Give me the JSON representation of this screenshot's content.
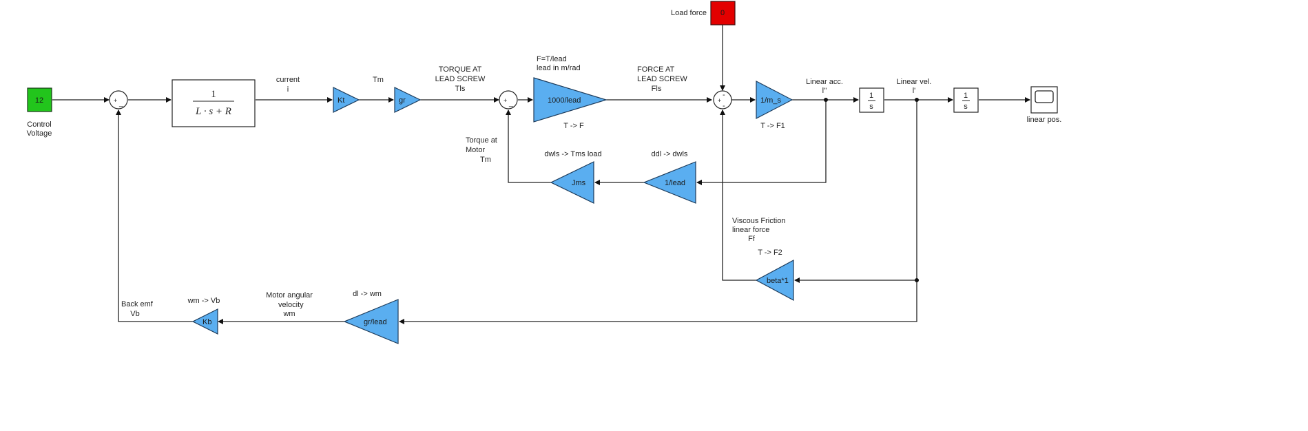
{
  "colors": {
    "gain_fill": "#5aaef0",
    "constant_green": "#22c51c",
    "constant_red": "#e30000",
    "wire": "#222222"
  },
  "blocks": {
    "control_voltage": {
      "value": "12",
      "label_line1": "Control",
      "label_line2": "Voltage"
    },
    "transfer_function": {
      "numerator": "1",
      "denominator": "L · s + R"
    },
    "kt": "Kt",
    "gr": "gr",
    "gain_1000_lead": "1000/lead",
    "load_force": {
      "value": "0",
      "label": "Load force"
    },
    "inv_mass": "1/m_s",
    "integrator1": {
      "num": "1",
      "den": "s"
    },
    "integrator2": {
      "num": "1",
      "den": "s"
    },
    "scope": {
      "label": "linear pos.",
      "icon": "scope-icon"
    },
    "inv_lead": "1/lead",
    "jms": "Jms",
    "beta": "beta*1",
    "gr_lead": "gr/lead",
    "kb": "Kb",
    "sum_signs": "+-"
  },
  "labels": {
    "current": "current",
    "current_sym": "i",
    "tm": "Tm",
    "torque_at": "TORQUE  AT",
    "lead_screw_1": "LEAD SCREW",
    "tls": "Tls",
    "f_eq": "F=T/lead",
    "lead_units": "lead in m/rad",
    "force_at": "FORCE AT",
    "lead_screw_2": "LEAD SCREW",
    "fls": "Fls",
    "t_to_f": "T  -> F",
    "t_to_f1": "T  -> F1",
    "linear_acc": "Linear acc.",
    "l_dd": "l''",
    "linear_vel": "Linear vel.",
    "l_d": "l'",
    "torque_at_motor_1": "Torque at",
    "torque_at_motor_2": "Motor",
    "torque_at_motor_3": "Tm",
    "dwls_tms": "dwls -> Tms load",
    "ddl_dwls": "ddl -> dwls",
    "viscous_1": "Viscous Friction",
    "viscous_2": "linear  force",
    "viscous_3": "Ff",
    "t_to_f2": "T  -> F2",
    "dl_wm": "dl -> wm",
    "motor_ang_1": "Motor angular",
    "motor_ang_2": "velocity",
    "motor_ang_3": "wm",
    "wm_vb": "wm -> Vb",
    "back_emf_1": "Back emf",
    "back_emf_2": "Vb"
  }
}
